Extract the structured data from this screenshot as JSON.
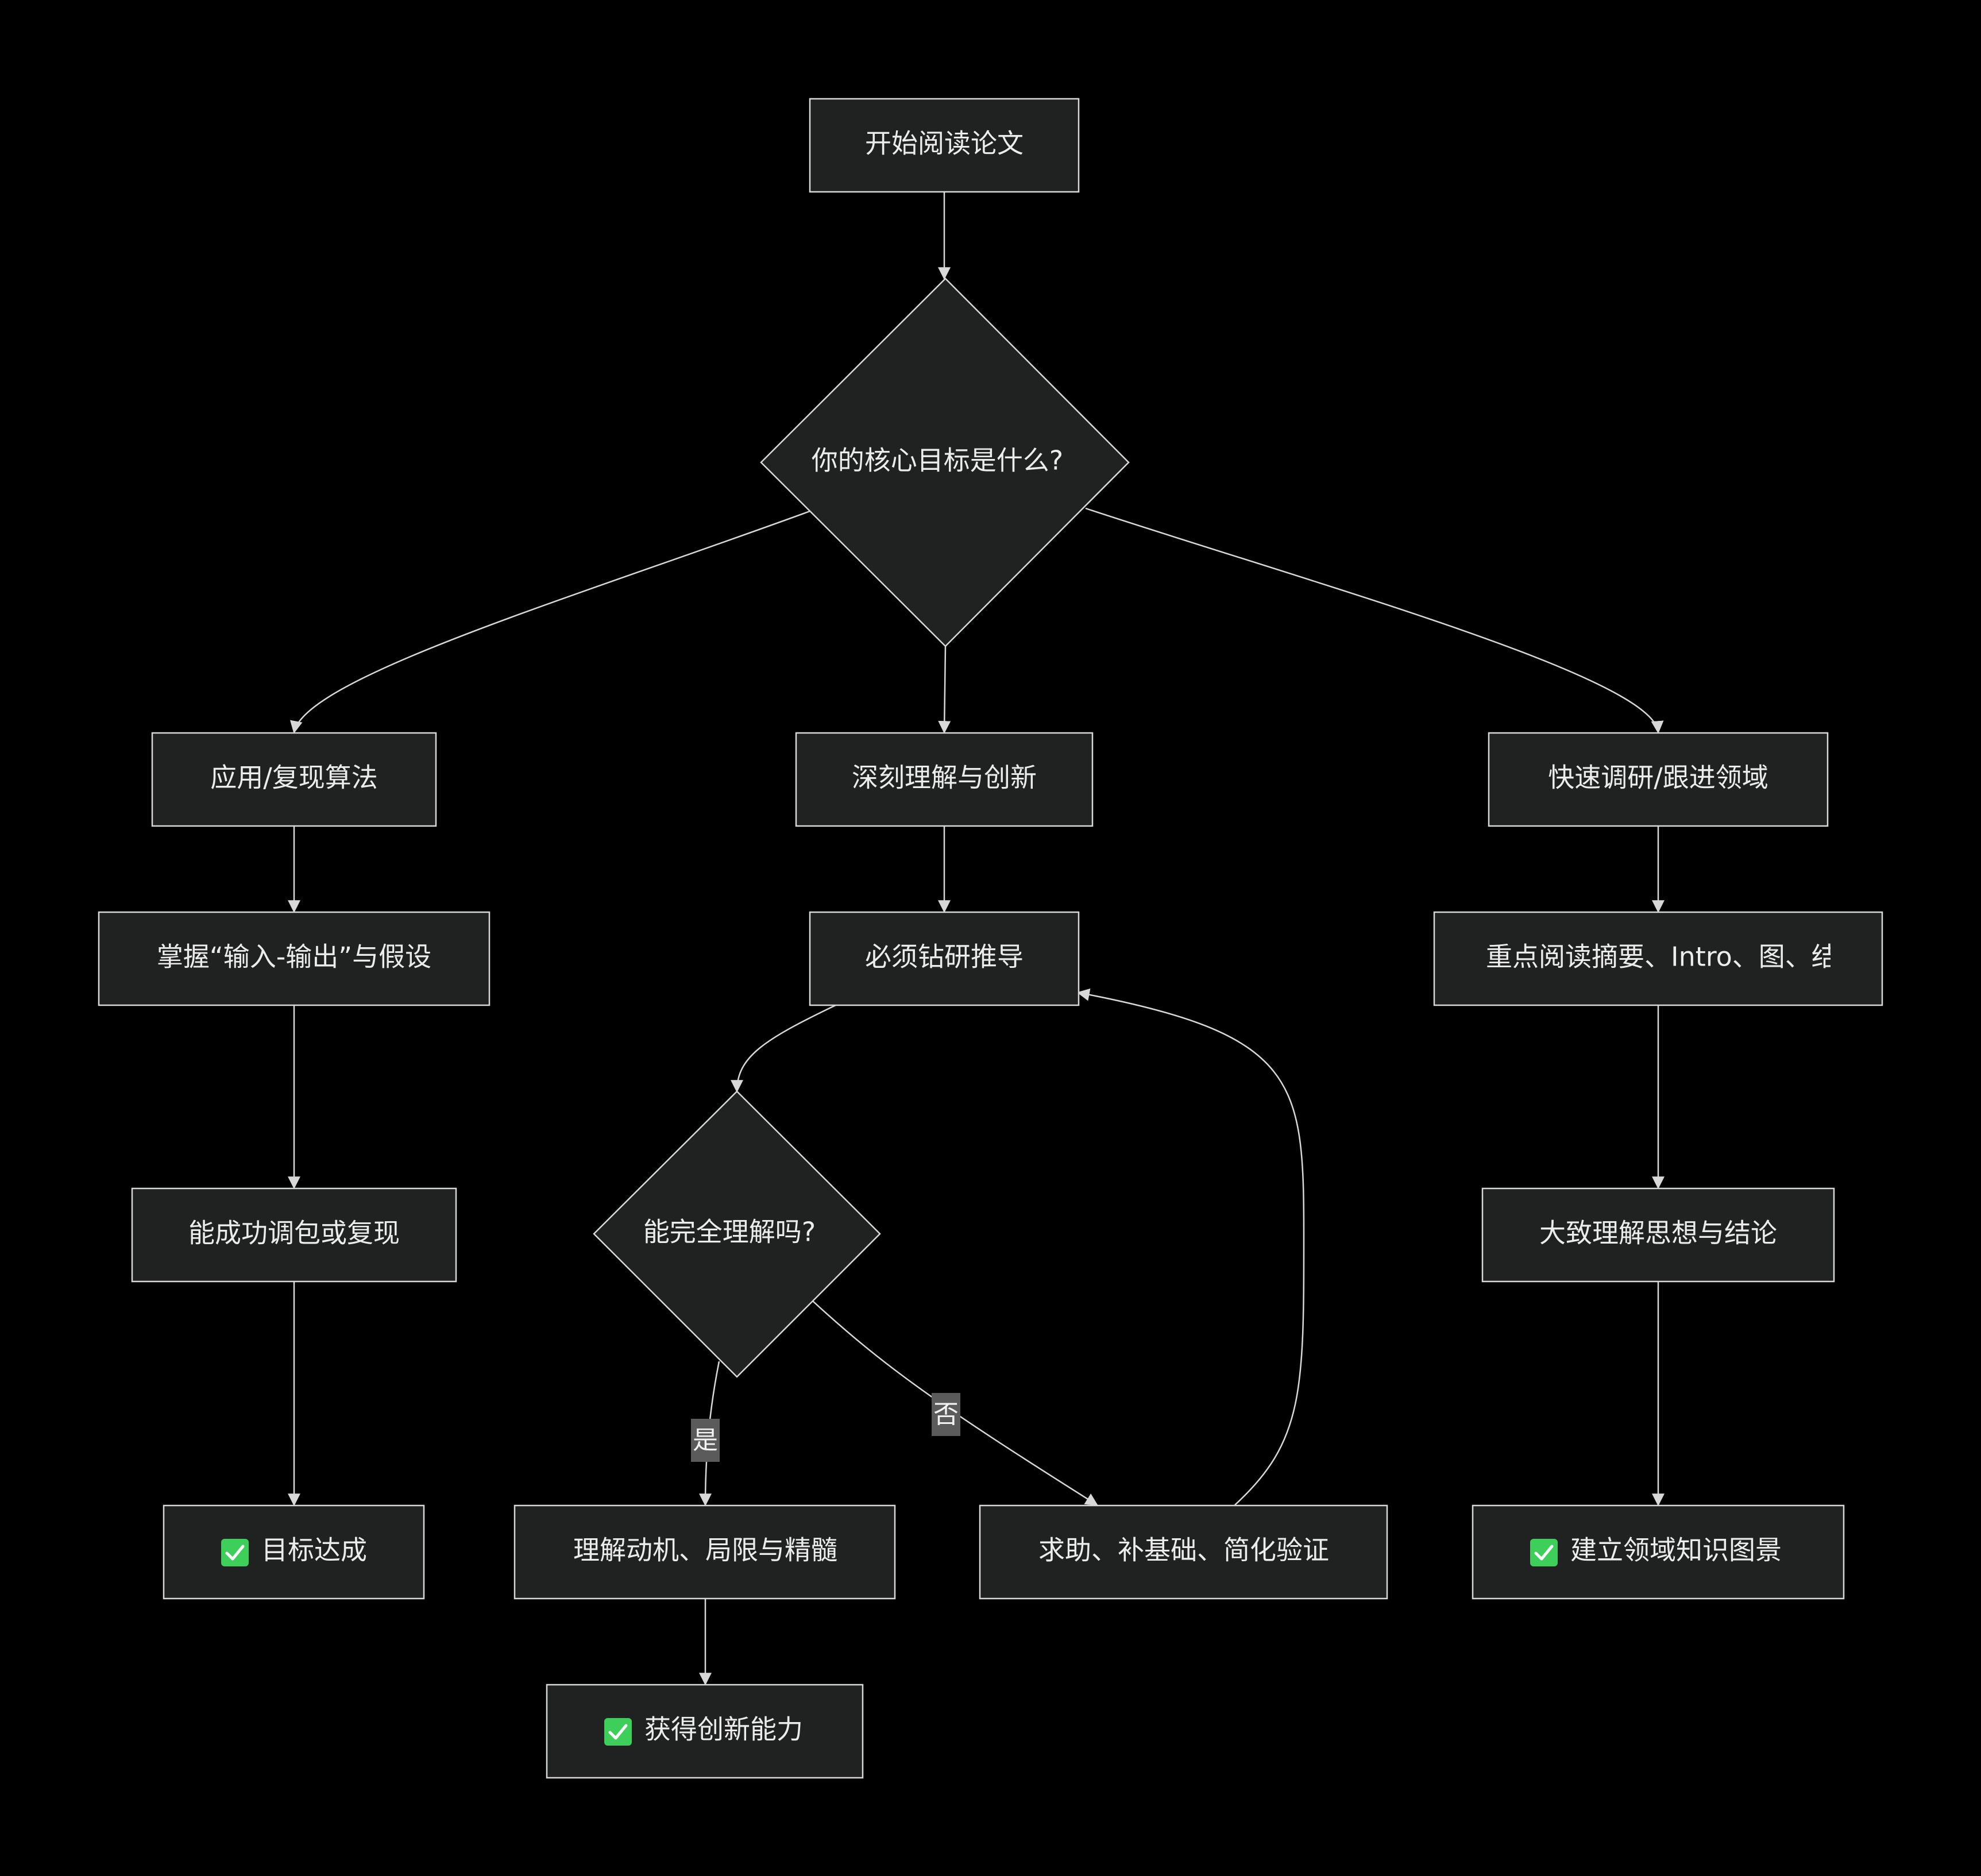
{
  "nodes": {
    "start": "开始阅读论文",
    "goal_question": "你的核心目标是什么?",
    "apply": "应用/复现算法",
    "deep": "深刻理解与创新",
    "survey": "快速调研/跟进领域",
    "io": "掌握“输入-输出”与假设",
    "derive": "必须钻研推导",
    "read_key": "重点阅读摘要、Intro、图、结",
    "can_run": "能成功调包或复现",
    "understand_q": "能完全理解吗?",
    "rough": "大致理解思想与结论",
    "goal_done": "目标达成",
    "motivation": "理解动机、局限与精髓",
    "help": "求助、补基础、简化验证",
    "knowledge_map": "建立领域知识图景",
    "innovation": "获得创新能力"
  },
  "edge_labels": {
    "yes": "是",
    "no": "否"
  },
  "colors": {
    "background": "#000000",
    "node_fill": "#202221",
    "stroke": "#d8d8d8",
    "text": "#ececec",
    "label_bg": "#5b5b5b",
    "check": "#3ecf5a"
  },
  "icons": {
    "done": "check-mark-icon"
  }
}
